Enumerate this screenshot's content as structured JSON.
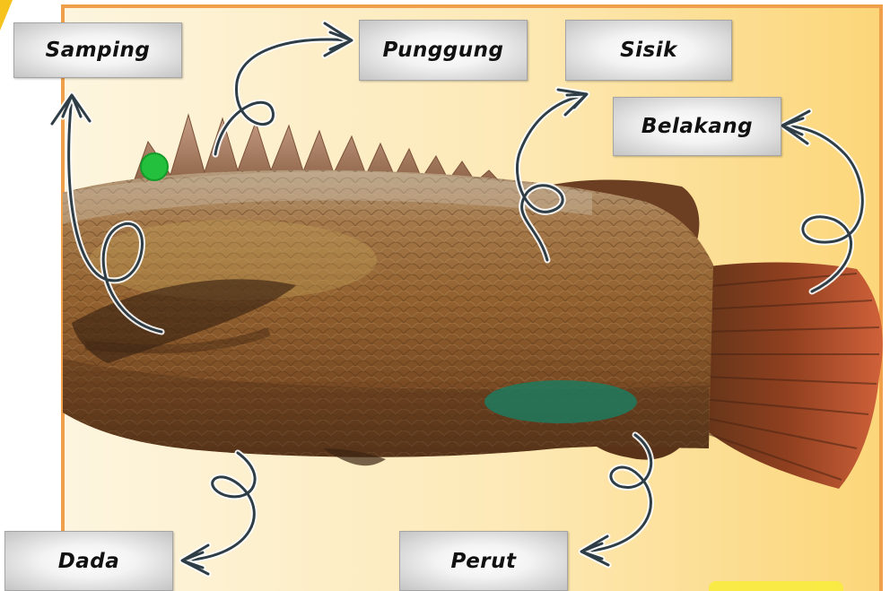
{
  "labels": [
    {
      "id": "samping",
      "text": "Samping"
    },
    {
      "id": "punggung",
      "text": "Punggung"
    },
    {
      "id": "sisik",
      "text": "Sisik"
    },
    {
      "id": "belakang",
      "text": "Belakang"
    },
    {
      "id": "dada",
      "text": "Dada"
    },
    {
      "id": "perut",
      "text": "Perut"
    }
  ],
  "colors": {
    "frame_border": "#f0a04b",
    "frame_background_left": "#fdf5df",
    "frame_background_right": "#fcd679",
    "label_text": "#111111",
    "arrow": "#2f3e46",
    "marker_dot": "#22c03c",
    "fish_body": "#8a5a2c",
    "fish_tail": "#c0552a",
    "fish_belly_patch": "#1f7a5e"
  }
}
